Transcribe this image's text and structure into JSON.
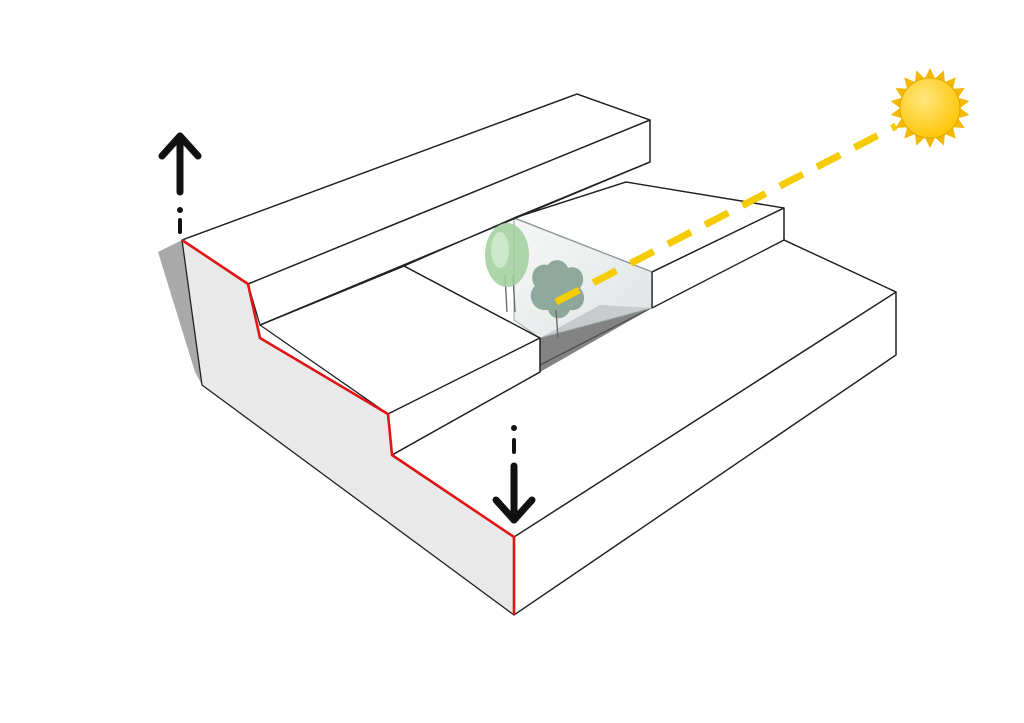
{
  "diagram": {
    "type": "isometric-terraced-massing",
    "colors": {
      "background": "#ffffff",
      "top_face": "#ffffff",
      "side_face": "#e9e9e9",
      "side_face_shadow": "#cfcfcf",
      "ground_shadow": "#a9a9a9",
      "outline": "#222222",
      "section_line": "#e01515",
      "arrow": "#111111",
      "sun_ray": "#f4cc00",
      "sun_core": "#ffc400",
      "sun_highlight": "#ffe680",
      "sun_rays": "#f5b800",
      "glass": "#d7dcdc",
      "tree_light": "#9fcf9c",
      "tree_dark": "#7d9c8c"
    },
    "icons": {
      "sun": "sun-icon",
      "up_arrow": "arrow-up-icon",
      "down_arrow": "arrow-down-icon",
      "tree": "tree-icon",
      "shrub": "shrub-icon"
    },
    "arrows": [
      {
        "direction": "up"
      },
      {
        "direction": "down"
      }
    ],
    "terrace_count": 3
  }
}
